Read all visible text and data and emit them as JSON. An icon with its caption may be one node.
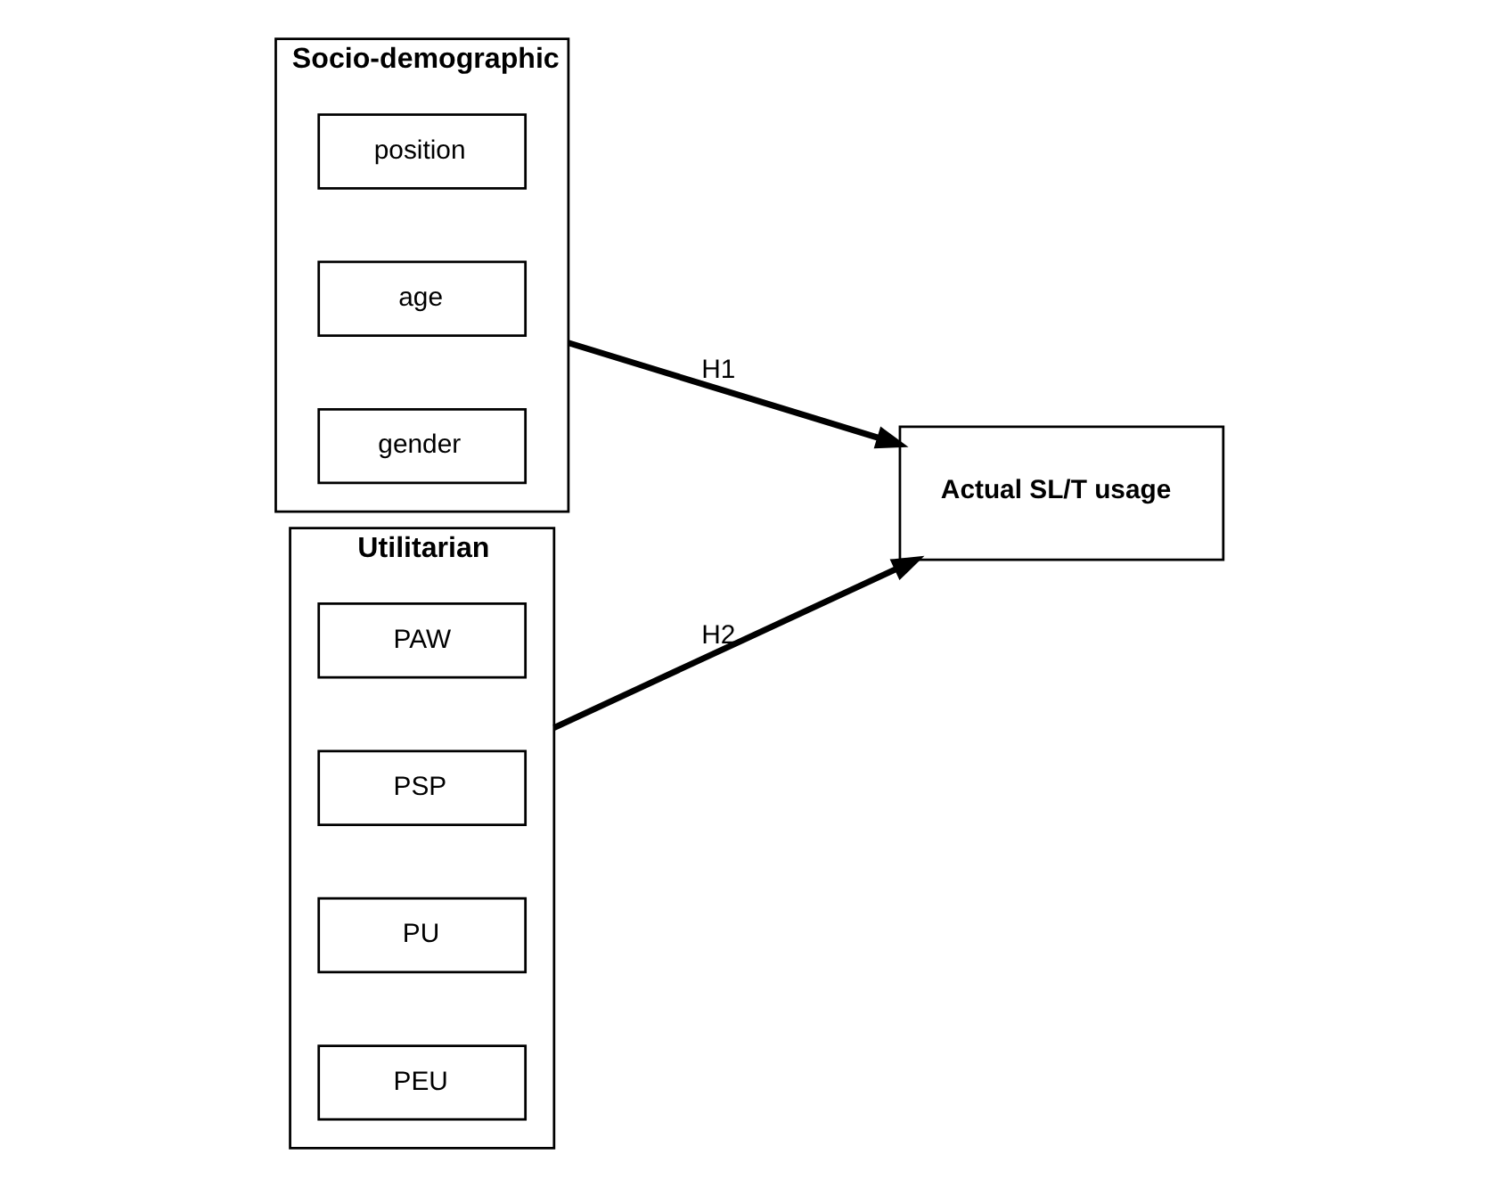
{
  "diagram": {
    "nodes": [
      {
        "text": [
          "Socio-demographic"
        ]
      },
      {
        "text": [
          "gender"
        ],
        "in": 0
      },
      {
        "text": [
          "age"
        ],
        "in": 0
      },
      {
        "text": [
          "position"
        ],
        "in": 0
      },
      {
        "text": [
          "Utilitarian"
        ]
      },
      {
        "text": [
          "PEU"
        ],
        "in": 4
      },
      {
        "text": [
          "PU"
        ],
        "in": 4
      },
      {
        "text": [
          "PSP"
        ],
        "in": 4
      },
      {
        "text": [
          "PAW"
        ],
        "in": 4
      },
      {
        "text": [
          "Actual SL/T usage"
        ]
      }
    ],
    "edges": [
      {
        "from": 0,
        "to": 9,
        "arrow": "to",
        "label": "H1"
      },
      {
        "from": 4,
        "to": 9,
        "arrow": "to",
        "label": "H2"
      }
    ]
  }
}
